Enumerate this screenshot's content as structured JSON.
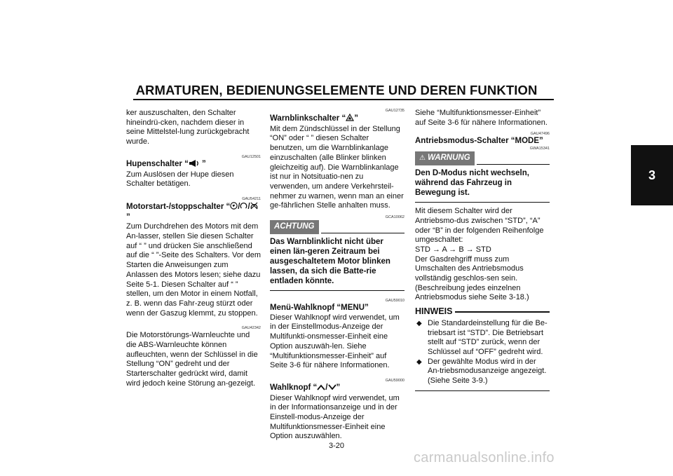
{
  "header": {
    "title": "ARMATUREN, BEDIENUNGSELEMENTE UND DEREN FUNKTION",
    "chapter_tab": "3",
    "page_number": "3-20"
  },
  "col1": {
    "intro": "ker auszuschalten, den Schalter hineindrü-cken, nachdem dieser in seine Mittelstel-lung zurückgebracht wurde.",
    "horn": {
      "code": "GAU12501",
      "title_pre": "Hupenschalter “",
      "title_post": " ”",
      "body": "Zum Auslösen der Hupe diesen Schalter betätigen."
    },
    "engine": {
      "code": "GAU54211",
      "title_pre": "Motorstart-/stoppschalter “",
      "title_post": "”",
      "body": "Zum Durchdrehen des Motors mit dem An-lasser, stellen Sie diesen Schalter auf “ ” und drücken Sie anschließend auf die “ ”-Seite des Schalters. Vor dem Starten die Anweisungen zum Anlassen des Motors lesen; siehe dazu Seite 5-1. Diesen Schalter auf “ ” stellen, um den Motor in einem Notfall, z. B. wenn das Fahr-zeug stürzt oder wenn der Gaszug klemmt, zu stoppen."
    },
    "warning_light": {
      "code": "GAU42342",
      "body": "Die Motorstörungs-Warnleuchte und die ABS-Warnleuchte können aufleuchten, wenn der Schlüssel in die Stellung “ON” gedreht und der Starterschalter gedrückt wird, damit wird jedoch keine Störung an-gezeigt."
    }
  },
  "col2": {
    "hazard": {
      "code": "GAU12735",
      "title_pre": "Warnblinkschalter “",
      "title_post": "”",
      "body": "Mit dem Zündschlüssel in der Stellung “ON” oder “ ” diesen Schalter benutzen, um die Warnblinkanlage einzuschalten (alle Blinker blinken gleichzeitig auf). Die Warnblinkanlage ist nur in Notsituatio-nen zu verwenden, um andere Verkehrsteil-nehmer zu warnen, wenn man an einer ge-fährlichen Stelle anhalten muss."
    },
    "achtung": {
      "code": "GCA10062",
      "label": "ACHTUNG",
      "text": "Das Warnblinklicht nicht über einen län-geren Zeitraum bei ausgeschaltetem Motor blinken lassen, da sich die Batte-rie entladen könnte."
    },
    "menu": {
      "code": "GAU59010",
      "title": "Menü-Wahlknopf “MENU”",
      "body": "Dieser Wahlknopf wird verwendet, um in der Einstellmodus-Anzeige der Multifunkti-onsmesser-Einheit eine Option auszuwäh-len. Siehe “Multifunktionsmesser-Einheit” auf Seite 3-6 für nähere Informationen."
    },
    "updown": {
      "code": "GAU59000",
      "title_pre": "Wahlknopf “",
      "title_post": "”",
      "body": "Dieser Wahlknopf wird verwendet, um in der Informationsanzeige und in der Einstell-modus-Anzeige der Multifunktionsmesser-Einheit eine Option auszuwählen."
    }
  },
  "col3": {
    "intro": "Siehe “Multifunktionsmesser-Einheit” auf Seite 3-6 für nähere Informationen.",
    "mode": {
      "code": "GAU47496",
      "title": "Antriebsmodus-Schalter “MODE”"
    },
    "warnung": {
      "code": "GWA15341",
      "label": "WARNUNG",
      "text": "Den D-Modus nicht wechseln, während das Fahrzeug in Bewegung ist."
    },
    "mode_body_1": "Mit diesem Schalter wird der Antriebsmo-dus zwischen “STD”, “A” oder “B” in der folgenden Reihenfolge umgeschaltet:",
    "mode_sequence": "STD → A → B → STD",
    "mode_body_2": "Der Gasdrehgriff muss zum Umschalten des Antriebsmodus vollständig geschlos-sen sein. (Beschreibung jedes einzelnen Antriebsmodus siehe Seite 3-18.)",
    "hinweis": {
      "label": "HINWEIS",
      "items": [
        "Die Standardeinstellung für die Be-triebsart ist “STD”. Die Betriebsart stellt auf “STD” zurück, wenn der Schlüssel auf “OFF” gedreht wird.",
        "Der gewählte Modus wird in der An-triebsmodusanzeige angezeigt. (Siehe Seite 3-9.)"
      ]
    }
  },
  "watermark": "carmanualsonline.info"
}
